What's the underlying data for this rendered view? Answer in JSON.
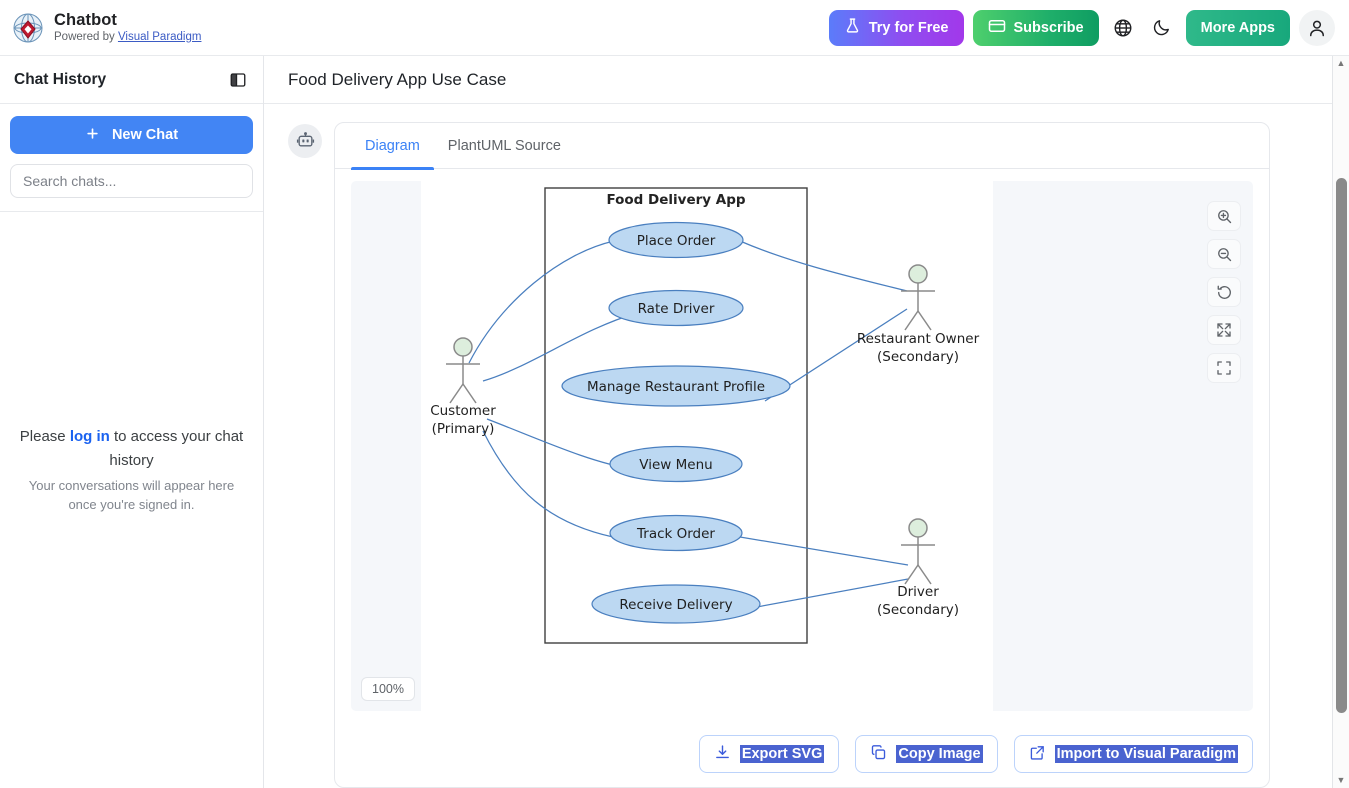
{
  "header": {
    "brand_title": "Chatbot",
    "brand_powered_prefix": "Powered by ",
    "brand_powered_link": "Visual Paradigm",
    "logo_icon": "visual-paradigm-globe-logo",
    "try_label": "Try for Free",
    "try_icon": "flask-icon",
    "try_gradient": "#5b7cfa → #a238ea",
    "subscribe_label": "Subscribe",
    "subscribe_icon": "credit-card-icon",
    "subscribe_gradient": "#4ecf6d → #0f9d62",
    "language_icon": "globe-icon",
    "theme_icon": "moon-icon",
    "more_apps_label": "More Apps",
    "more_apps_gradient": "#2fb98a → #18a87c",
    "account_icon": "user-avatar-icon"
  },
  "sidebar": {
    "title": "Chat History",
    "collapse_icon": "panel-collapse-icon",
    "new_chat_label": "New Chat",
    "new_chat_icon": "plus-icon",
    "new_chat_color": "#4285f4",
    "search_placeholder": "Search chats...",
    "empty_state": {
      "line1_before": "Please ",
      "line1_link": "log in",
      "line1_after": " to access your chat history",
      "line2": "Your conversations will appear here once you're signed in."
    }
  },
  "main": {
    "page_title": "Food Delivery App Use Case",
    "bot_icon": "robot-icon",
    "tabs": [
      {
        "label": "Diagram",
        "active": true
      },
      {
        "label": "PlantUML Source",
        "active": false
      }
    ],
    "active_tab_color": "#3b82f6",
    "zoom_level": "100%",
    "zoom_tools": [
      {
        "name": "zoom-in-icon"
      },
      {
        "name": "zoom-out-icon"
      },
      {
        "name": "reset-view-icon"
      },
      {
        "name": "fit-screen-icon"
      },
      {
        "name": "fullscreen-icon"
      }
    ],
    "actions": [
      {
        "label": "Export SVG",
        "icon": "download-icon",
        "selected": true
      },
      {
        "label": "Copy Image",
        "icon": "copy-icon",
        "selected": true
      },
      {
        "label": "Import to Visual Paradigm",
        "icon": "external-link-icon",
        "selected": true
      }
    ],
    "selection_highlight_color": "#4a63d0"
  },
  "diagram": {
    "type": "uml-use-case",
    "system_boundary": "Food Delivery App",
    "colors": {
      "usecase_fill": "#bcd8f2",
      "usecase_stroke": "#4a7fbf",
      "actor_head_fill": "#ddeedd",
      "actor_stroke": "#8a8a8a",
      "link_stroke": "#4a7fbf",
      "boundary_stroke": "#404040"
    },
    "actors": [
      {
        "name": "Customer",
        "role": "(Primary)",
        "side": "left"
      },
      {
        "name": "Restaurant Owner",
        "role": "(Secondary)",
        "side": "right"
      },
      {
        "name": "Driver",
        "role": "(Secondary)",
        "side": "right"
      }
    ],
    "use_cases": [
      {
        "label": "Place Order"
      },
      {
        "label": "Rate Driver"
      },
      {
        "label": "Manage Restaurant Profile"
      },
      {
        "label": "View Menu"
      },
      {
        "label": "Track Order"
      },
      {
        "label": "Receive Delivery"
      }
    ],
    "associations": [
      {
        "actor": "Customer",
        "use_case": "Place Order"
      },
      {
        "actor": "Customer",
        "use_case": "Rate Driver"
      },
      {
        "actor": "Customer",
        "use_case": "View Menu"
      },
      {
        "actor": "Customer",
        "use_case": "Track Order"
      },
      {
        "actor": "Restaurant Owner",
        "use_case": "Place Order"
      },
      {
        "actor": "Restaurant Owner",
        "use_case": "Manage Restaurant Profile"
      },
      {
        "actor": "Driver",
        "use_case": "Track Order"
      },
      {
        "actor": "Driver",
        "use_case": "Receive Delivery"
      }
    ]
  }
}
